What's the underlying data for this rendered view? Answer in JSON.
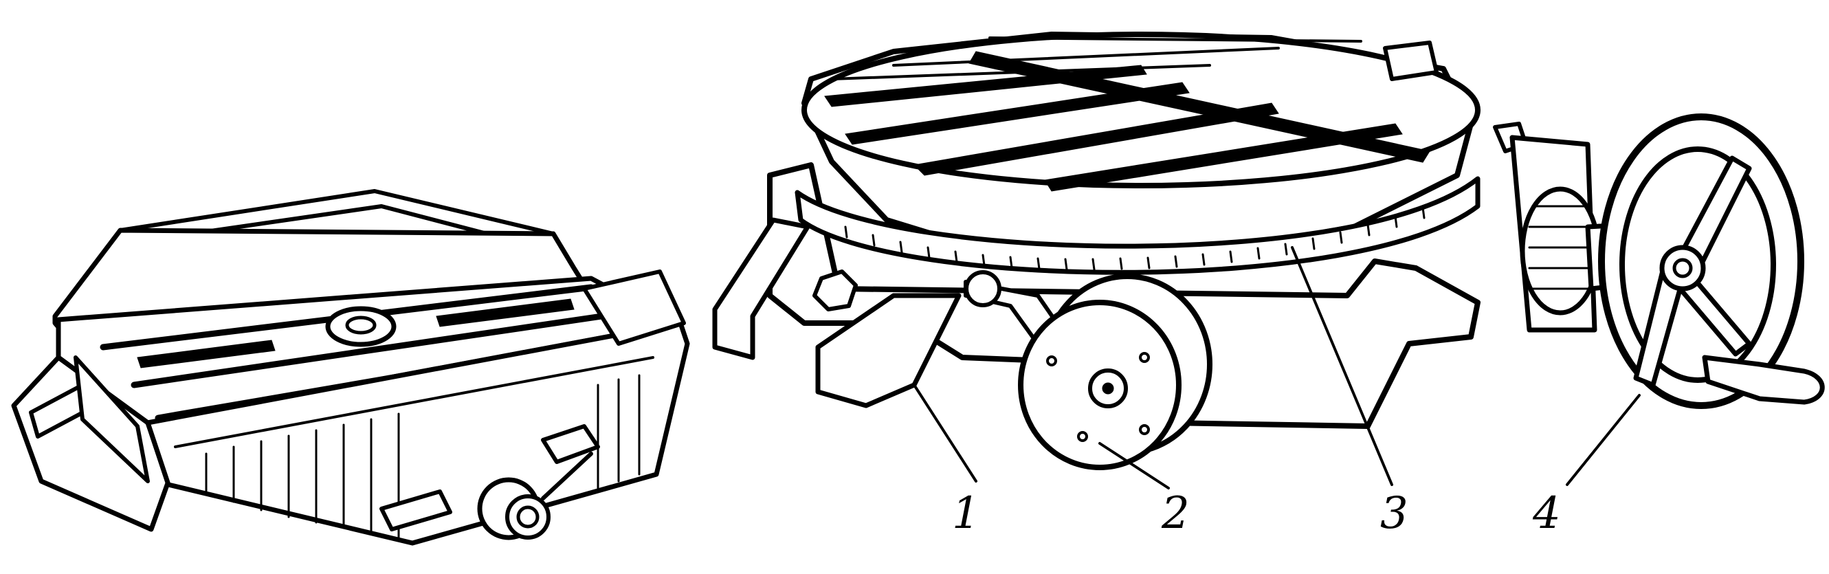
{
  "figure": {
    "callouts": [
      {
        "id": "1",
        "label": "1"
      },
      {
        "id": "2",
        "label": "2"
      },
      {
        "id": "3",
        "label": "3"
      },
      {
        "id": "4",
        "label": "4"
      }
    ],
    "colors": {
      "ink": "#000000",
      "paper": "#ffffff"
    }
  }
}
